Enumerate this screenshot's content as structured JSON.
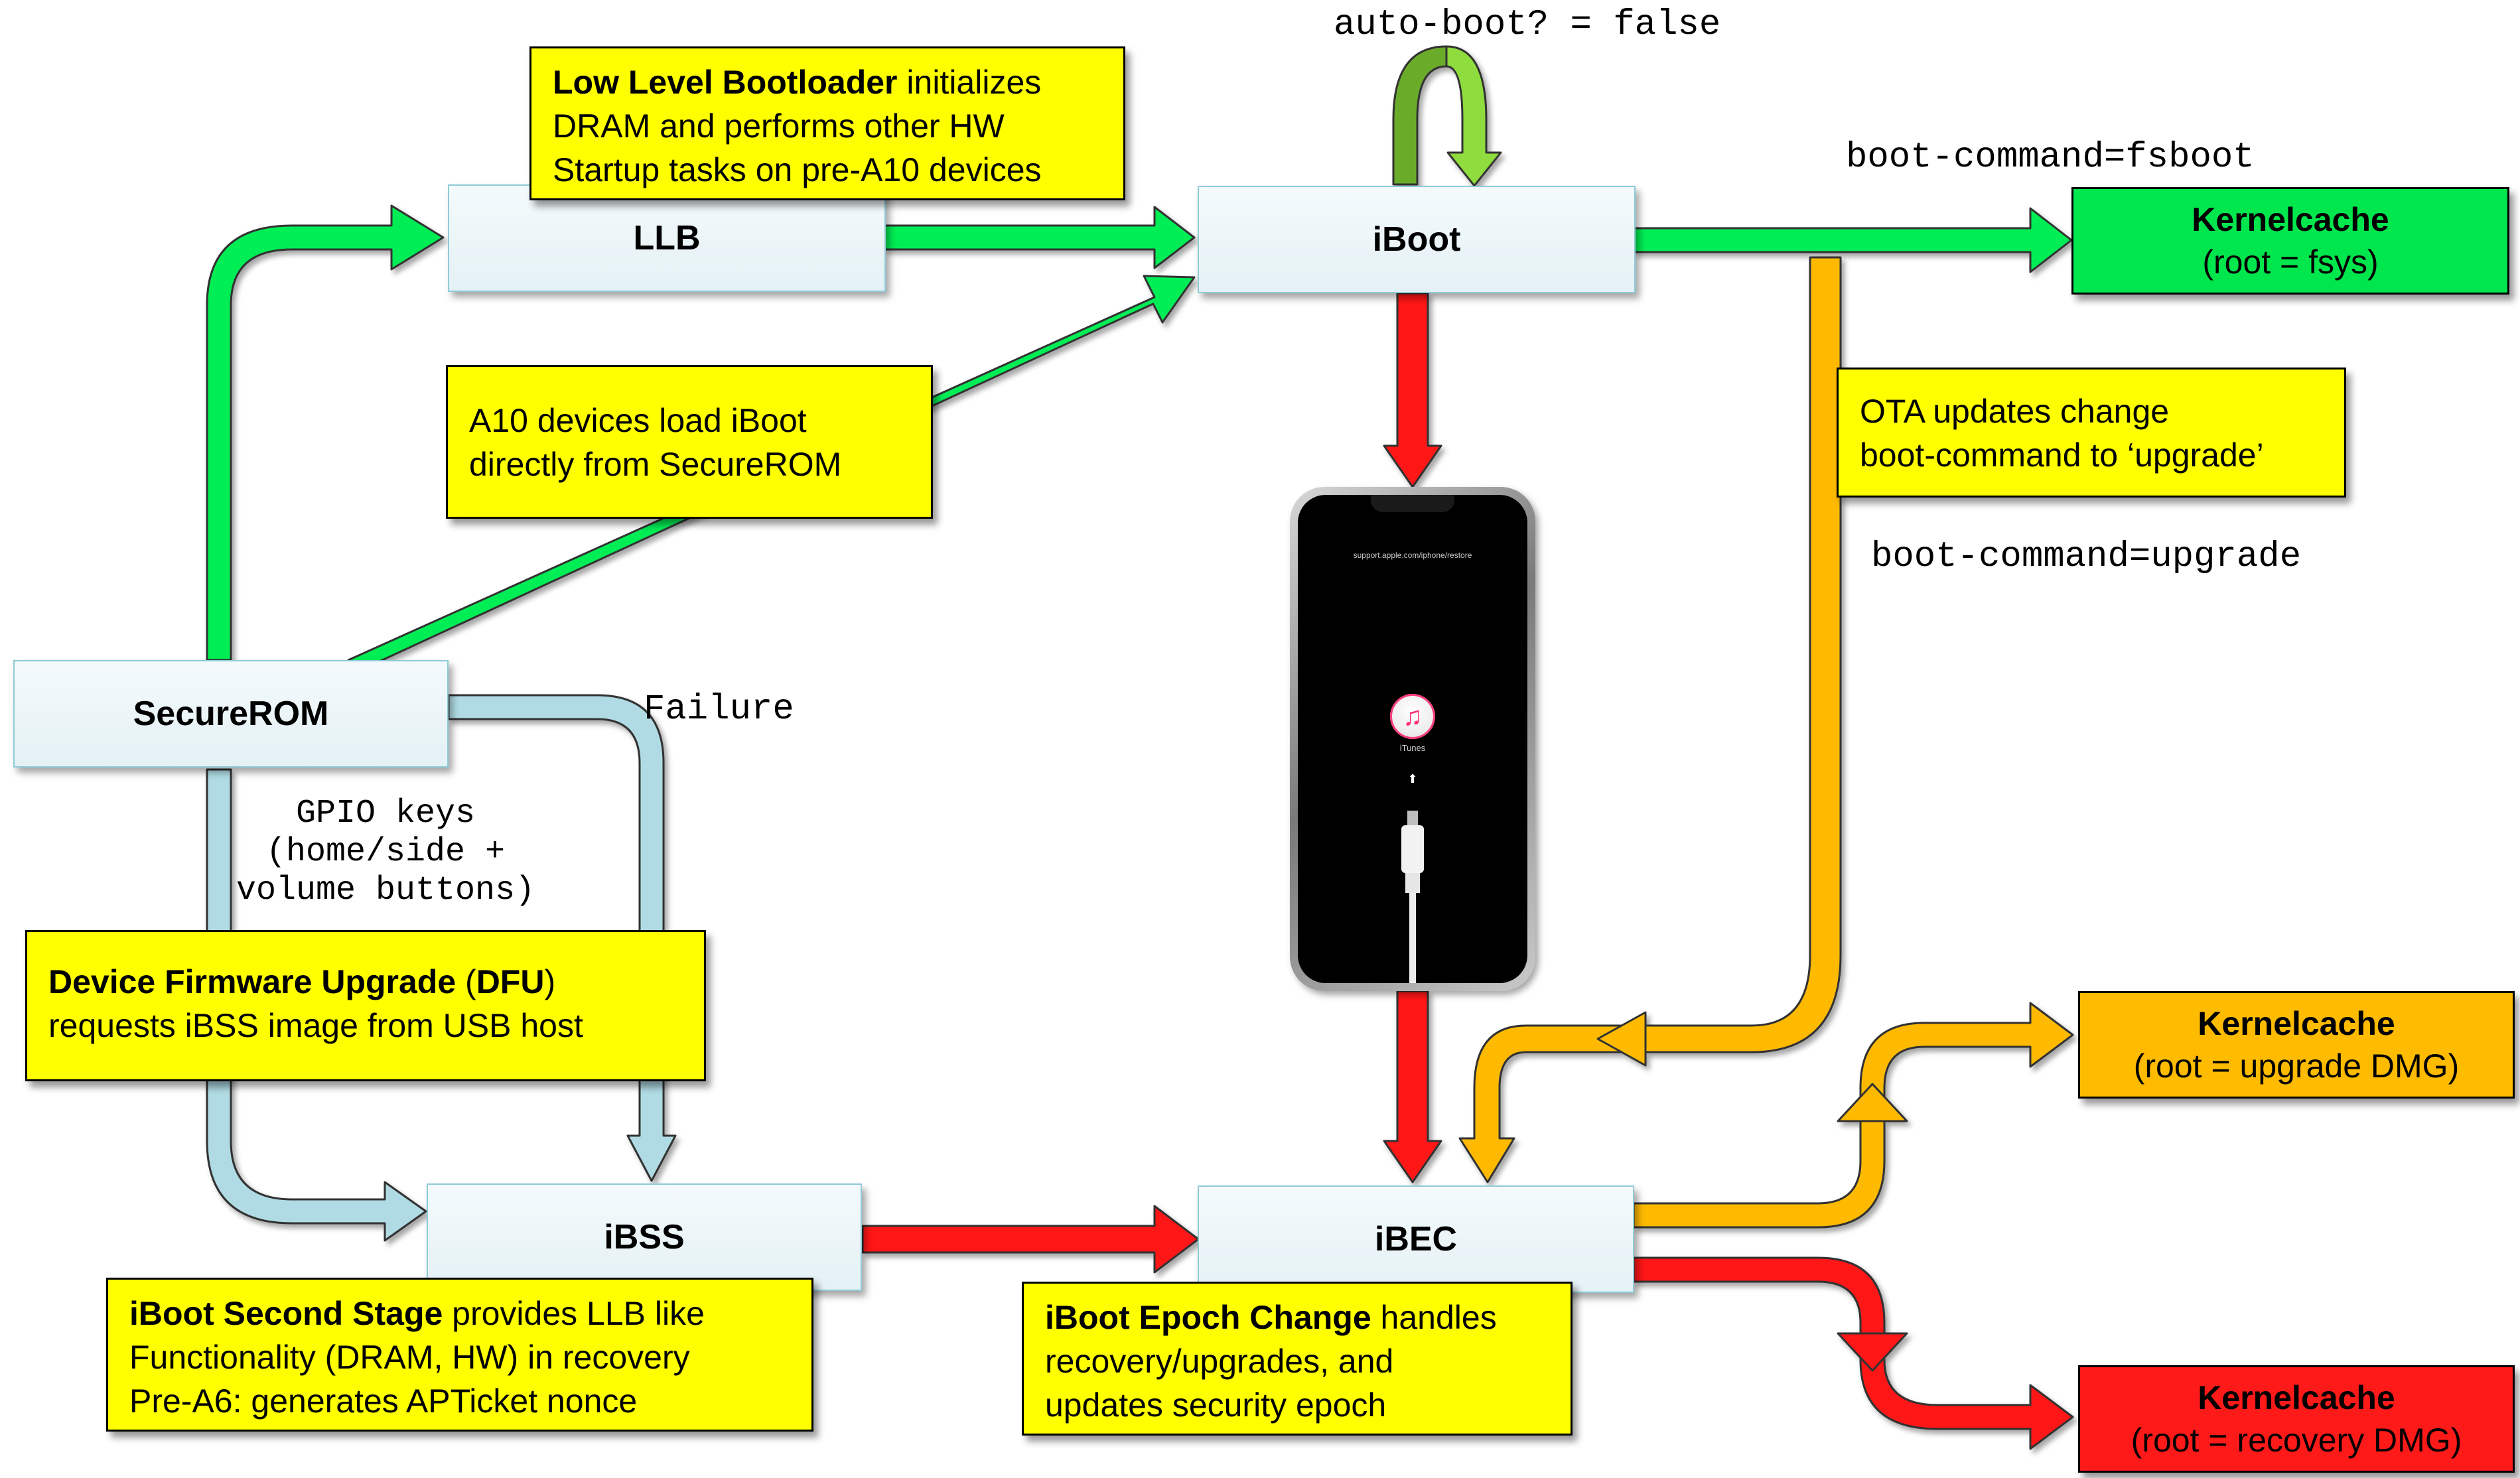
{
  "stages": {
    "llb": "LLB",
    "iboot": "iBoot",
    "securerom": "SecureROM",
    "ibss": "iBSS",
    "ibec": "iBEC"
  },
  "notes": {
    "llb": {
      "bold": "Low Level Bootloader",
      "rest": " initializes",
      "line2": "DRAM and performs other HW",
      "line3": "Startup tasks on pre-A10 devices"
    },
    "a10": {
      "line1": "A10 devices load iBoot",
      "line2": "directly from SecureROM"
    },
    "ota": {
      "line1": "OTA updates change",
      "line2": "boot-command to ‘upgrade’"
    },
    "dfu": {
      "bold1": "Device Firmware Upgrade",
      "mid": " (",
      "bold2": "DFU",
      "end": ")",
      "line2": " requests iBSS image from USB host"
    },
    "ibss": {
      "bold": "iBoot Second Stage",
      "rest": " provides LLB like",
      "line2": "Functionality (DRAM, HW) in recovery",
      "line3": "Pre-A6: generates APTicket nonce"
    },
    "ibec": {
      "bold": "iBoot Epoch Change",
      "rest": " handles",
      "line2": "recovery/upgrades, and",
      "line3": "updates security epoch"
    }
  },
  "kernelcaches": {
    "fsys": {
      "title": "Kernelcache",
      "sub": "(root = fsys)",
      "color": "#00e64d"
    },
    "upgrade": {
      "title": "Kernelcache",
      "sub": "(root = upgrade DMG)",
      "color": "#ffbb00"
    },
    "recovery": {
      "title": "Kernelcache",
      "sub": "(root = recovery DMG)",
      "color": "#ff1a1a"
    }
  },
  "labels": {
    "autoboot": "auto-boot? = false",
    "fsboot": "boot-command=fsboot",
    "upgrade": "boot-command=upgrade",
    "failure": "Failure",
    "gpio1": "GPIO keys",
    "gpio2": "(home/side +",
    "gpio3": "volume buttons)"
  },
  "phone": {
    "url": "support.apple.com/iphone/restore",
    "app_label": "iTunes"
  },
  "colors": {
    "green": "#00ee55",
    "light_blue": "#b0dbe4",
    "red": "#ff1414",
    "orange": "#ffba00",
    "yellow_note": "#ffff00"
  }
}
